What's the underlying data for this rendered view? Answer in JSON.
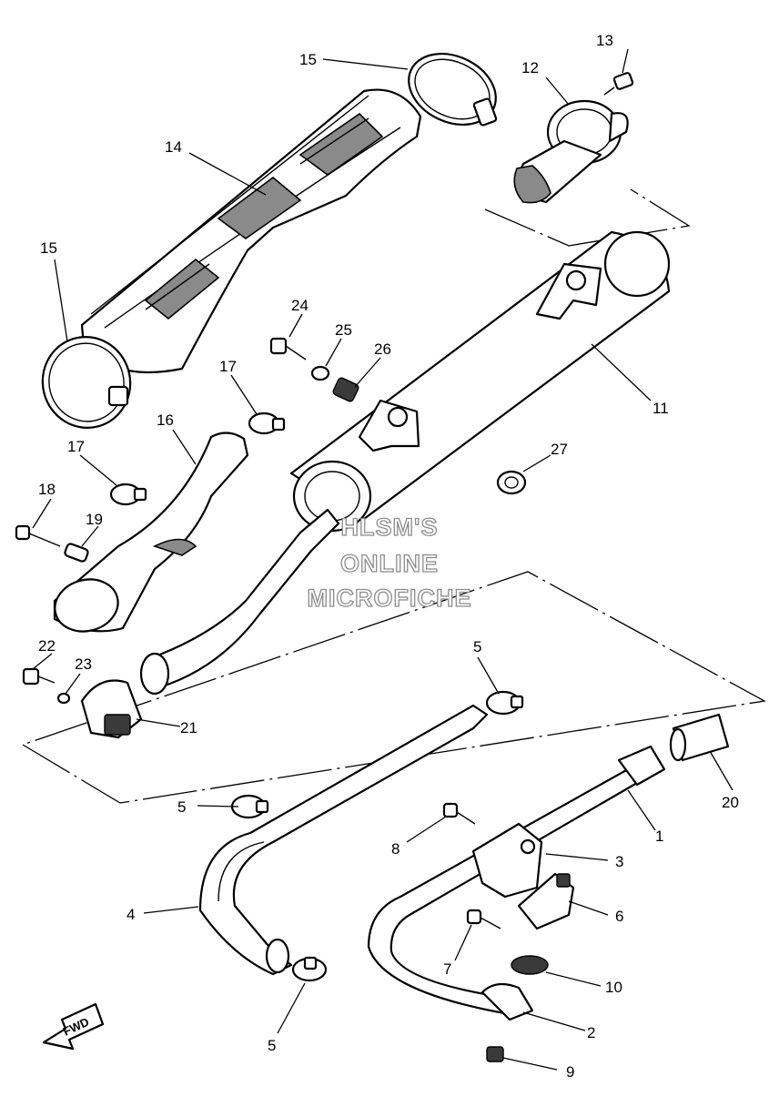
{
  "diagram": {
    "callouts": [
      "1",
      "2",
      "3",
      "4",
      "5",
      "5",
      "5",
      "6",
      "7",
      "8",
      "9",
      "10",
      "11",
      "12",
      "13",
      "14",
      "15",
      "15",
      "16",
      "17",
      "17",
      "18",
      "19",
      "20",
      "21",
      "22",
      "23",
      "24",
      "25",
      "26",
      "27"
    ],
    "watermark": [
      "HLSM'S",
      "ONLINE",
      "MICROFICHE"
    ],
    "direction_label": "FWD"
  }
}
